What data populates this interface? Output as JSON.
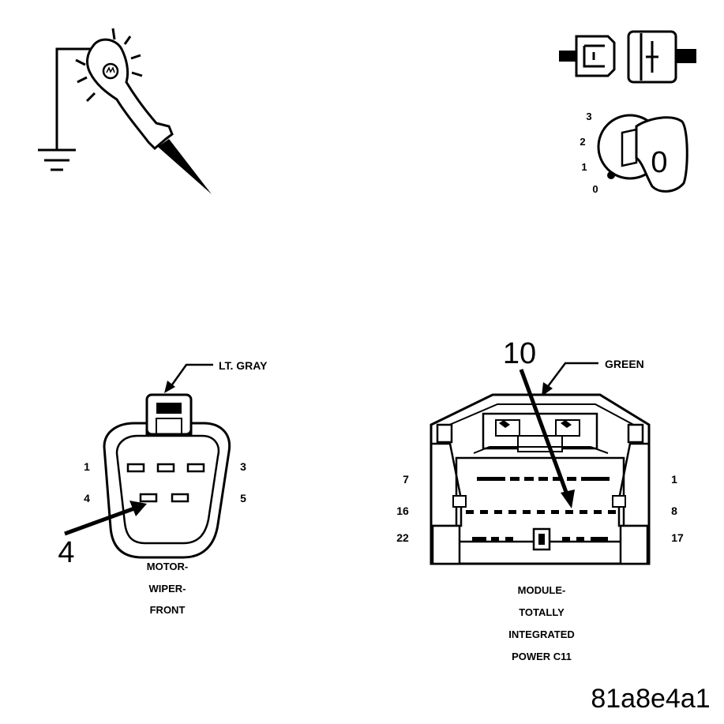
{
  "colors": {
    "ink": "#000000",
    "background": "#ffffff"
  },
  "icons": [
    "test-light-probe-icon",
    "ground-symbol-icon",
    "disconnect-connector-icon",
    "ignition-key-icon"
  ],
  "ignition": {
    "positions": [
      "3",
      "2",
      "1",
      "0"
    ],
    "key_label": "0"
  },
  "wiper_connector": {
    "color_label": "LT. GRAY",
    "pins": {
      "p1": "1",
      "p3": "3",
      "p4": "4",
      "p5": "5"
    },
    "callout": "4",
    "name_lines": [
      "MOTOR-",
      "WIPER-",
      "FRONT"
    ]
  },
  "tipm_connector": {
    "color_label": "GREEN",
    "pins": {
      "p7": "7",
      "p1": "1",
      "p16": "16",
      "p8": "8",
      "p22": "22",
      "p17": "17"
    },
    "callout": "10",
    "name_lines": [
      "MODULE-",
      "TOTALLY",
      "INTEGRATED",
      "POWER C11"
    ]
  },
  "figure_id": "81a8e4a1"
}
